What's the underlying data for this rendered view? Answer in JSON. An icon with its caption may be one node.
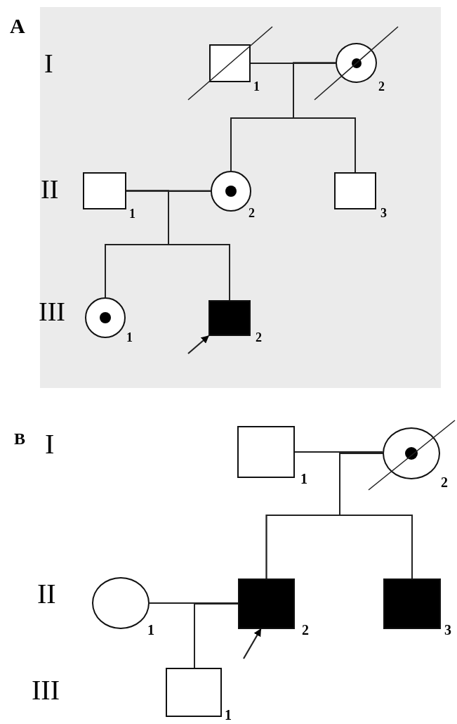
{
  "diagram": {
    "nodes": [
      {
        "text": [],
        "shape": "box"
      },
      {
        "text": [],
        "shape": "box",
        "beside": [
          "1"
        ],
        "in": 0
      },
      {
        "text": [],
        "shape": "circle",
        "beside": [
          "2"
        ],
        "in": 0
      },
      {
        "text": [],
        "shape": "box",
        "beside": [
          "1"
        ],
        "in": 0
      },
      {
        "text": [],
        "shape": "circle",
        "beside": [
          "2"
        ],
        "in": 0
      },
      {
        "text": [],
        "shape": "box",
        "beside": [
          "3"
        ],
        "in": 0
      },
      {
        "text": [],
        "shape": "circle",
        "beside": [
          "1"
        ],
        "in": 0
      },
      {
        "text": [],
        "shape": "box",
        "beside": [
          "2"
        ],
        "in": 0
      },
      {
        "text": [],
        "shape": "box",
        "beside": [
          "1"
        ]
      },
      {
        "text": [],
        "shape": "circle",
        "beside": [
          "2"
        ]
      },
      {
        "text": [],
        "shape": "circle",
        "beside": [
          "1"
        ]
      },
      {
        "text": [],
        "shape": "box",
        "beside": [
          "2"
        ]
      },
      {
        "text": [],
        "shape": "box",
        "beside": [
          "3"
        ]
      },
      {
        "text": [],
        "shape": "box",
        "beside": [
          "1"
        ]
      }
    ],
    "edges": [
      {
        "from": 1,
        "to": 2,
        "arrow": "none"
      },
      {
        "from": 1,
        "to": 4,
        "arrow": "none"
      },
      {
        "from": 2,
        "to": 4,
        "arrow": "none"
      },
      {
        "from": 1,
        "to": 5,
        "arrow": "none"
      },
      {
        "from": 2,
        "to": 5,
        "arrow": "none"
      },
      {
        "from": 3,
        "to": 4,
        "arrow": "none"
      },
      {
        "from": 3,
        "to": 6,
        "arrow": "none"
      },
      {
        "from": 4,
        "to": 6,
        "arrow": "none"
      },
      {
        "from": 3,
        "to": 7,
        "arrow": "none"
      },
      {
        "from": 4,
        "to": 7,
        "arrow": "none"
      },
      {
        "from": null,
        "to": 7,
        "arrow": "to"
      },
      {
        "from": 8,
        "to": 9,
        "arrow": "none"
      },
      {
        "from": 8,
        "to": 11,
        "arrow": "none"
      },
      {
        "from": 9,
        "to": 11,
        "arrow": "none"
      },
      {
        "from": 8,
        "to": 12,
        "arrow": "none"
      },
      {
        "from": 9,
        "to": 12,
        "arrow": "none"
      },
      {
        "from": 10,
        "to": 11,
        "arrow": "none"
      },
      {
        "from": 10,
        "to": 13,
        "arrow": "none"
      },
      {
        "from": 11,
        "to": 13,
        "arrow": "none"
      },
      {
        "from": null,
        "to": 11,
        "arrow": "to"
      }
    ],
    "labels": [
      "A",
      "I",
      "II",
      "III",
      "B",
      "I",
      "II",
      "III"
    ]
  }
}
